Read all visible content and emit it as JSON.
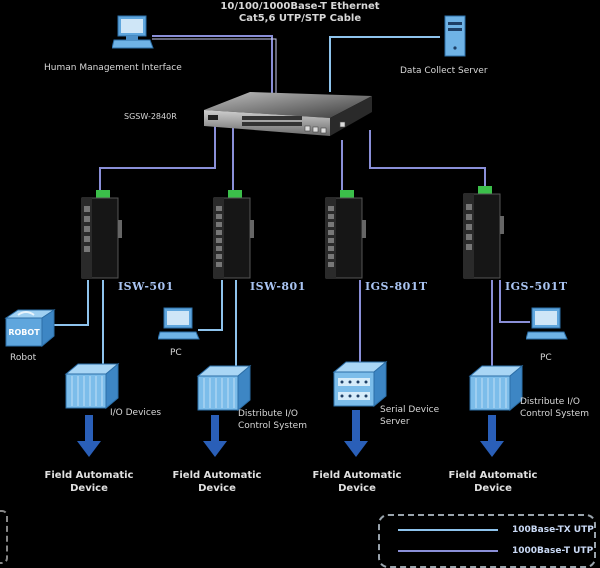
{
  "title": {
    "line1": "10/100/1000Base-T Ethernet",
    "line2": "Cat5,6 UTP/STP Cable"
  },
  "core_switch": {
    "label": "SGSW-2840R"
  },
  "top_nodes": {
    "hmi": {
      "label": "Human Management Interface",
      "icon": "pc-icon"
    },
    "server": {
      "label": "Data Collect Server",
      "icon": "server-icon"
    }
  },
  "industrial_switches": [
    {
      "model": "ISW-501",
      "icon": "industrial-switch-icon"
    },
    {
      "model": "ISW-801",
      "icon": "industrial-switch-icon"
    },
    {
      "model": "IGS-801T",
      "icon": "industrial-switch-icon"
    },
    {
      "model": "IGS-501T",
      "icon": "industrial-switch-icon"
    }
  ],
  "end_devices": {
    "robot": {
      "label": "Robot",
      "badge": "ROBOT"
    },
    "pc_left": {
      "label": "PC"
    },
    "pc_right": {
      "label": "PC"
    },
    "io_devices": {
      "label": "I/O Devices"
    },
    "dist_io_1": {
      "line1": "Distribute I/O",
      "line2": "Control System"
    },
    "serial_server": {
      "line1": "Serial Device",
      "line2": "Server"
    },
    "dist_io_2": {
      "line1": "Distribute I/O",
      "line2": "Control System"
    }
  },
  "field_devices": [
    {
      "line1": "Field Automatic",
      "line2": "Device"
    },
    {
      "line1": "Field Automatic",
      "line2": "Device"
    },
    {
      "line1": "Field Automatic",
      "line2": "Device"
    },
    {
      "line1": "Field Automatic",
      "line2": "Device"
    }
  ],
  "legend": [
    {
      "label": "100Base-TX UTP",
      "color": "#8ec3ec"
    },
    {
      "label": "1000Base-T UTP",
      "color": "#8a8fd8"
    }
  ],
  "colors": {
    "link_fast": "#8ec3ec",
    "link_gig": "#8a8fd8",
    "device_blue": "#6fb3e6",
    "arrow_blue": "#2a5fb8",
    "model_text": "#a9c4f2"
  }
}
